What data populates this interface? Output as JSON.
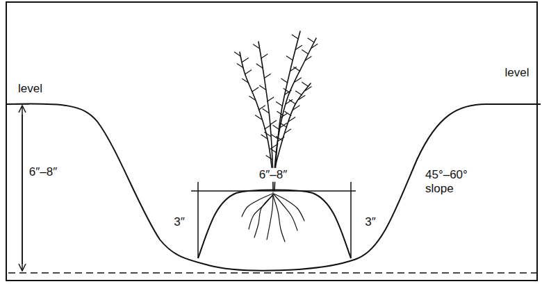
{
  "diagram": {
    "labels": [
      "level",
      "6″–8″",
      "3″",
      "6″–8″",
      "3″",
      "45°–60° slope",
      "level"
    ]
  }
}
